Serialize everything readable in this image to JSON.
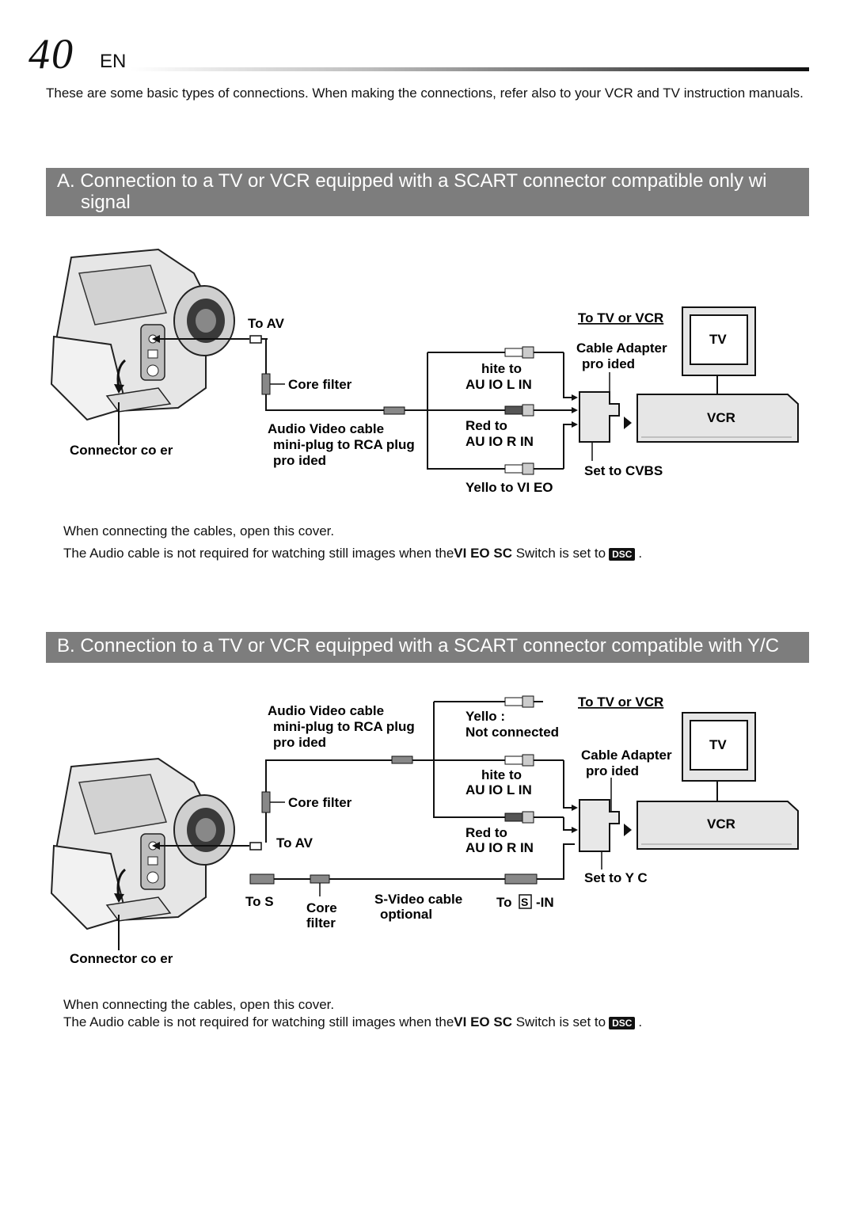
{
  "header": {
    "page_number": "40",
    "lang": "EN"
  },
  "intro": "These are some basic types of connections. When making the connections, refer also to your VCR and TV instruction manuals.",
  "section_a": {
    "title_line1": "A.  Connection to a TV or VCR equipped with a SCART connector compatible only wi",
    "title_line2": "signal",
    "labels": {
      "to_av": "To AV",
      "core_filter": "Core filter",
      "av_cable_1": "Audio  Video cable",
      "av_cable_2": "mini-plug to RCA plug",
      "av_cable_3": "pro  ided",
      "connector_cover": "Connector co  er",
      "white_to": "hite to",
      "audio_l": "AU  IO L IN",
      "red_to": "Red to",
      "audio_r": "AU  IO R IN",
      "yellow": "Yello     to VI   EO",
      "to_tv_vcr": "To TV or VCR",
      "cable_adapter": "Cable Adapter",
      "provided": "pro  ided",
      "tv": "TV",
      "vcr": "VCR",
      "set_to": "Set to CVBS"
    },
    "note1": "When connecting the cables, open this cover.",
    "note2_pre": "The Audio cable is not required for watching still images when the",
    "note2_bold": "VI   EO     SC",
    "note2_post": "Switch is set to",
    "dsc": "DSC",
    "note2_end": "."
  },
  "section_b": {
    "title_line1": "B.  Connection to a TV or VCR equipped with a SCART connector compatible with Y/C",
    "labels": {
      "av_cable_1": "Audio  Video cable",
      "av_cable_2": "mini-plug to RCA plug",
      "av_cable_3": "pro  ided",
      "yellow": "Yello     :",
      "not_connected": "Not connected",
      "to_tv_vcr": "To TV or VCR",
      "cable_adapter": "Cable Adapter",
      "provided": "pro  ided",
      "tv": "TV",
      "white_to": "hite to",
      "audio_l": "AU  IO L IN",
      "core_filter": "Core filter",
      "vcr": "VCR",
      "to_av": "To AV",
      "red_to": "Red to",
      "audio_r": "AU  IO R IN",
      "set_to": "Set to Y  C",
      "to_s": "To S",
      "core": "Core",
      "filter": "filter",
      "svideo_1": "S-Video cable",
      "svideo_2": "optional",
      "to_s_in_pre": "To",
      "s_box": "S",
      "to_s_in_post": "-IN",
      "connector_cover": "Connector co  er"
    },
    "note1": "When connecting the cables, open this cover.",
    "note2_pre": "The Audio cable is not required for watching still images when the",
    "note2_bold": "VI   EO     SC",
    "note2_post": "Switch is set to",
    "dsc": "DSC",
    "note2_end": "."
  }
}
